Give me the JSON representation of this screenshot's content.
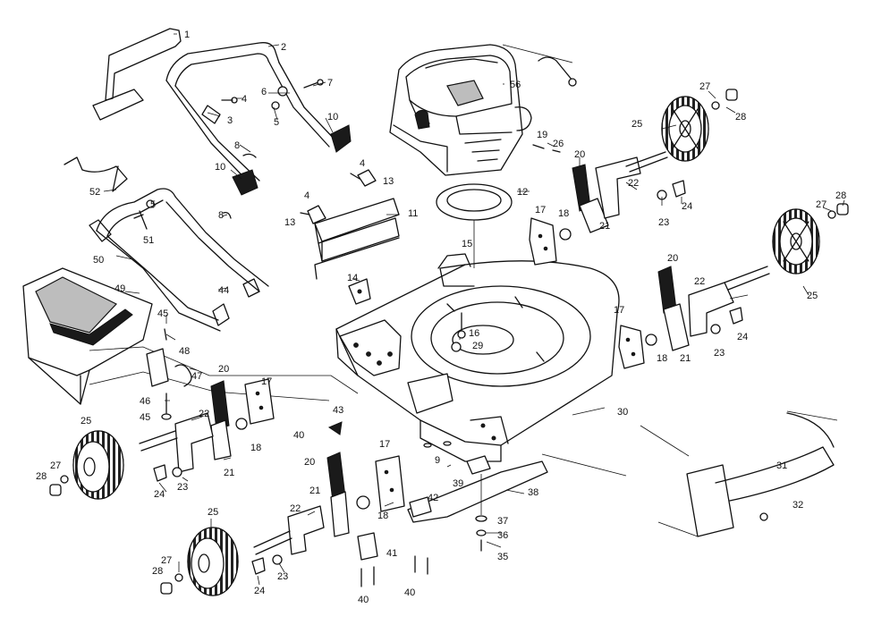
{
  "diagram": {
    "callouts": [
      {
        "id": "c1",
        "text": "1"
      },
      {
        "id": "c2",
        "text": "2"
      },
      {
        "id": "c3",
        "text": "3"
      },
      {
        "id": "c4a",
        "text": "4"
      },
      {
        "id": "c4b",
        "text": "4"
      },
      {
        "id": "c4c",
        "text": "4"
      },
      {
        "id": "c5a",
        "text": "5"
      },
      {
        "id": "c5b",
        "text": "5"
      },
      {
        "id": "c6",
        "text": "6"
      },
      {
        "id": "c7",
        "text": "7"
      },
      {
        "id": "c8a",
        "text": "8"
      },
      {
        "id": "c8b",
        "text": "8"
      },
      {
        "id": "c9",
        "text": "9"
      },
      {
        "id": "c10a",
        "text": "10"
      },
      {
        "id": "c10b",
        "text": "10"
      },
      {
        "id": "c11",
        "text": "11"
      },
      {
        "id": "c12",
        "text": "12"
      },
      {
        "id": "c13a",
        "text": "13"
      },
      {
        "id": "c13b",
        "text": "13"
      },
      {
        "id": "c14",
        "text": "14"
      },
      {
        "id": "c15",
        "text": "15"
      },
      {
        "id": "c16",
        "text": "16"
      },
      {
        "id": "c17a",
        "text": "17"
      },
      {
        "id": "c17b",
        "text": "17"
      },
      {
        "id": "c17c",
        "text": "17"
      },
      {
        "id": "c17d",
        "text": "17"
      },
      {
        "id": "c18a",
        "text": "18"
      },
      {
        "id": "c18b",
        "text": "18"
      },
      {
        "id": "c18c",
        "text": "18"
      },
      {
        "id": "c18d",
        "text": "18"
      },
      {
        "id": "c19",
        "text": "19"
      },
      {
        "id": "c20a",
        "text": "20"
      },
      {
        "id": "c20b",
        "text": "20"
      },
      {
        "id": "c20c",
        "text": "20"
      },
      {
        "id": "c20d",
        "text": "20"
      },
      {
        "id": "c21a",
        "text": "21"
      },
      {
        "id": "c21b",
        "text": "21"
      },
      {
        "id": "c21c",
        "text": "21"
      },
      {
        "id": "c21d",
        "text": "21"
      },
      {
        "id": "c22a",
        "text": "22"
      },
      {
        "id": "c22b",
        "text": "22"
      },
      {
        "id": "c22c",
        "text": "22"
      },
      {
        "id": "c22d",
        "text": "22"
      },
      {
        "id": "c23a",
        "text": "23"
      },
      {
        "id": "c23b",
        "text": "23"
      },
      {
        "id": "c23c",
        "text": "23"
      },
      {
        "id": "c23d",
        "text": "23"
      },
      {
        "id": "c24a",
        "text": "24"
      },
      {
        "id": "c24b",
        "text": "24"
      },
      {
        "id": "c24c",
        "text": "24"
      },
      {
        "id": "c24d",
        "text": "24"
      },
      {
        "id": "c25a",
        "text": "25"
      },
      {
        "id": "c25b",
        "text": "25"
      },
      {
        "id": "c25c",
        "text": "25"
      },
      {
        "id": "c25d",
        "text": "25"
      },
      {
        "id": "c26",
        "text": "26"
      },
      {
        "id": "c27a",
        "text": "27"
      },
      {
        "id": "c27b",
        "text": "27"
      },
      {
        "id": "c27c",
        "text": "27"
      },
      {
        "id": "c27d",
        "text": "27"
      },
      {
        "id": "c28a",
        "text": "28"
      },
      {
        "id": "c28b",
        "text": "28"
      },
      {
        "id": "c28c",
        "text": "28"
      },
      {
        "id": "c28d",
        "text": "28"
      },
      {
        "id": "c29",
        "text": "29"
      },
      {
        "id": "c30",
        "text": "30"
      },
      {
        "id": "c31",
        "text": "31"
      },
      {
        "id": "c32",
        "text": "32"
      },
      {
        "id": "c35",
        "text": "35"
      },
      {
        "id": "c36",
        "text": "36"
      },
      {
        "id": "c37",
        "text": "37"
      },
      {
        "id": "c38",
        "text": "38"
      },
      {
        "id": "c39",
        "text": "39"
      },
      {
        "id": "c40a",
        "text": "40"
      },
      {
        "id": "c40b",
        "text": "40"
      },
      {
        "id": "c40c",
        "text": "40"
      },
      {
        "id": "c41",
        "text": "41"
      },
      {
        "id": "c42",
        "text": "42"
      },
      {
        "id": "c43",
        "text": "43"
      },
      {
        "id": "c44",
        "text": "44"
      },
      {
        "id": "c45a",
        "text": "45"
      },
      {
        "id": "c45b",
        "text": "45"
      },
      {
        "id": "c46",
        "text": "46"
      },
      {
        "id": "c47",
        "text": "47"
      },
      {
        "id": "c48",
        "text": "48"
      },
      {
        "id": "c49",
        "text": "49"
      },
      {
        "id": "c50",
        "text": "50"
      },
      {
        "id": "c51",
        "text": "51"
      },
      {
        "id": "c52",
        "text": "52"
      },
      {
        "id": "c56",
        "text": "56"
      }
    ]
  }
}
